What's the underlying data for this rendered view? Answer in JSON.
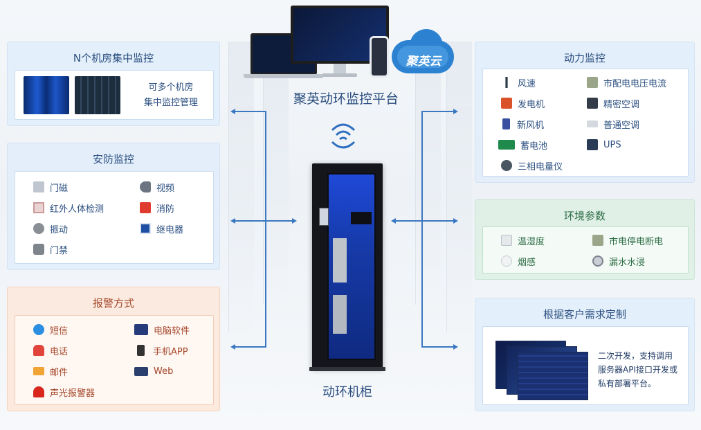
{
  "platform_title": "聚英动环监控平台",
  "brand_logo": "聚英云",
  "cabinet_label": "动环机柜",
  "panels": {
    "multi_room": {
      "title": "N个机房集中监控",
      "text_line1": "可多个机房",
      "text_line2": "集中监控管理"
    },
    "security": {
      "title": "安防监控",
      "items": [
        "门磁",
        "视频",
        "红外人体检测",
        "消防",
        "振动",
        "继电器",
        "门禁"
      ]
    },
    "alarm": {
      "title": "报警方式",
      "items": [
        "短信",
        "电脑软件",
        "电话",
        "手机APP",
        "邮件",
        "Web",
        "声光报警器"
      ]
    },
    "power": {
      "title": "动力监控",
      "items": [
        "风速",
        "市配电电压电流",
        "发电机",
        "精密空调",
        "新风机",
        "普通空调",
        "蓄电池",
        "UPS",
        "三相电量仪"
      ]
    },
    "environment": {
      "title": "环境参数",
      "items": [
        "温湿度",
        "市电停电断电",
        "烟感",
        "漏水水浸"
      ]
    },
    "custom": {
      "title": "根据客户需求定制",
      "text_line1": "二次开发，支持调用",
      "text_line2": "服务器API接口开发或",
      "text_line3": "私有部署平台。"
    }
  },
  "colors": {
    "blue_accent": "#3a78c2",
    "panel_blue_text": "#2b4f80",
    "panel_green_text": "#2c6b44",
    "panel_orange_text": "#a4472a",
    "cabinet_glow": "#2a5bd8"
  }
}
